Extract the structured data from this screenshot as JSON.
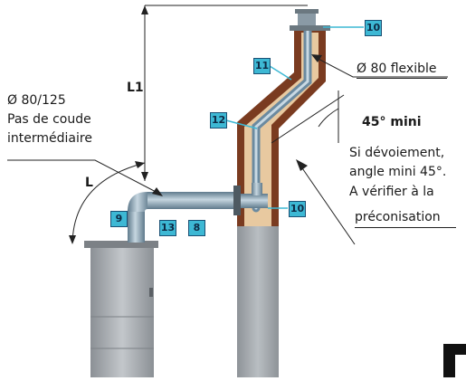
{
  "dimensions": {
    "l1": "L1",
    "l": "L"
  },
  "notes": {
    "pipe_spec": [
      "Ø 80/125",
      "Pas de coude",
      "intermédiaire"
    ],
    "flexible": "Ø 80 flexible",
    "angle_title": "45° mini",
    "angle_note": [
      "Si dévoiement,",
      "angle mini 45°.",
      "A vérifier à la",
      "préconisation"
    ]
  },
  "callouts": {
    "c8": "8",
    "c9": "9",
    "c10_top": "10",
    "c10_bottom": "10",
    "c11": "11",
    "c12": "12",
    "c13": "13"
  },
  "colors": {
    "callout_fill": "#3db8d4",
    "callout_border": "#1a4f73",
    "chimney_brick": "#7a3b20",
    "chimney_insulation": "#e8c9a0",
    "pipe": "#8aa6b8",
    "stove": "#9ea3a8",
    "chimney_base": "#a7acb0"
  }
}
